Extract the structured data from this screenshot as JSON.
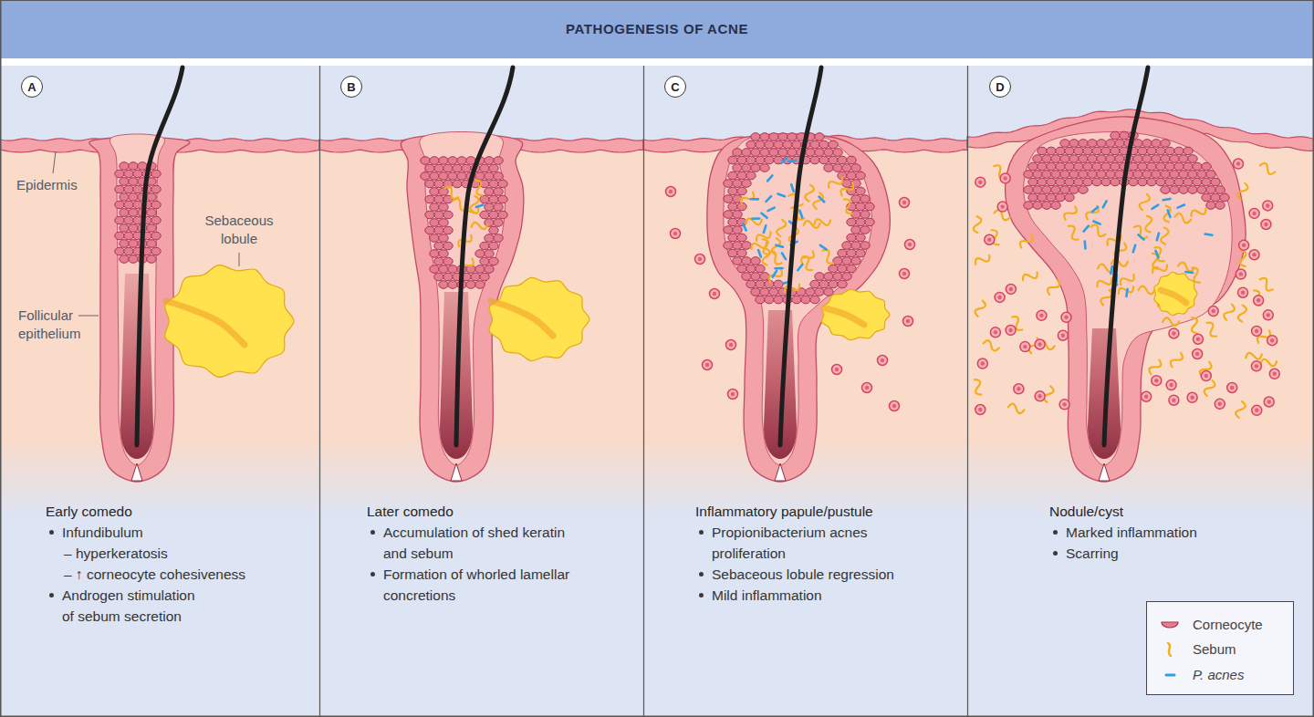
{
  "diagram": {
    "title": "PATHOGENESIS OF ACNE",
    "nodes": [
      {
        "text": [
          "Early comedo",
          "Infundibulum",
          "– hyperkeratosis",
          "– ↑ corneocyte cohesiveness",
          "Androgen stimulation of sebum secretion"
        ]
      },
      {
        "text": [
          "A"
        ],
        "in": 0
      },
      {
        "text": [
          "Later comedo",
          "Accumulation of shed keratin and sebum",
          "Formation of whorled lamellar concretions"
        ]
      },
      {
        "text": [
          "B"
        ],
        "in": 2
      },
      {
        "text": [
          "Inflammatory papule/pustule",
          "Propionibacterium acnes proliferation",
          "Sebaceous lobule regression",
          "Mild inflammation"
        ]
      },
      {
        "text": [
          "C"
        ],
        "in": 4
      },
      {
        "text": [
          "Nodule/cyst",
          "Marked inflammation",
          "Scarring"
        ]
      },
      {
        "text": [
          "D"
        ],
        "in": 6
      }
    ],
    "labels": [
      "Epidermis",
      "Sebaceous lobule",
      "Follicular epithelium"
    ],
    "legend": [
      {
        "text": "Corneocyte"
      },
      {
        "text": "Sebum"
      },
      {
        "text": "P. acnes"
      }
    ]
  }
}
